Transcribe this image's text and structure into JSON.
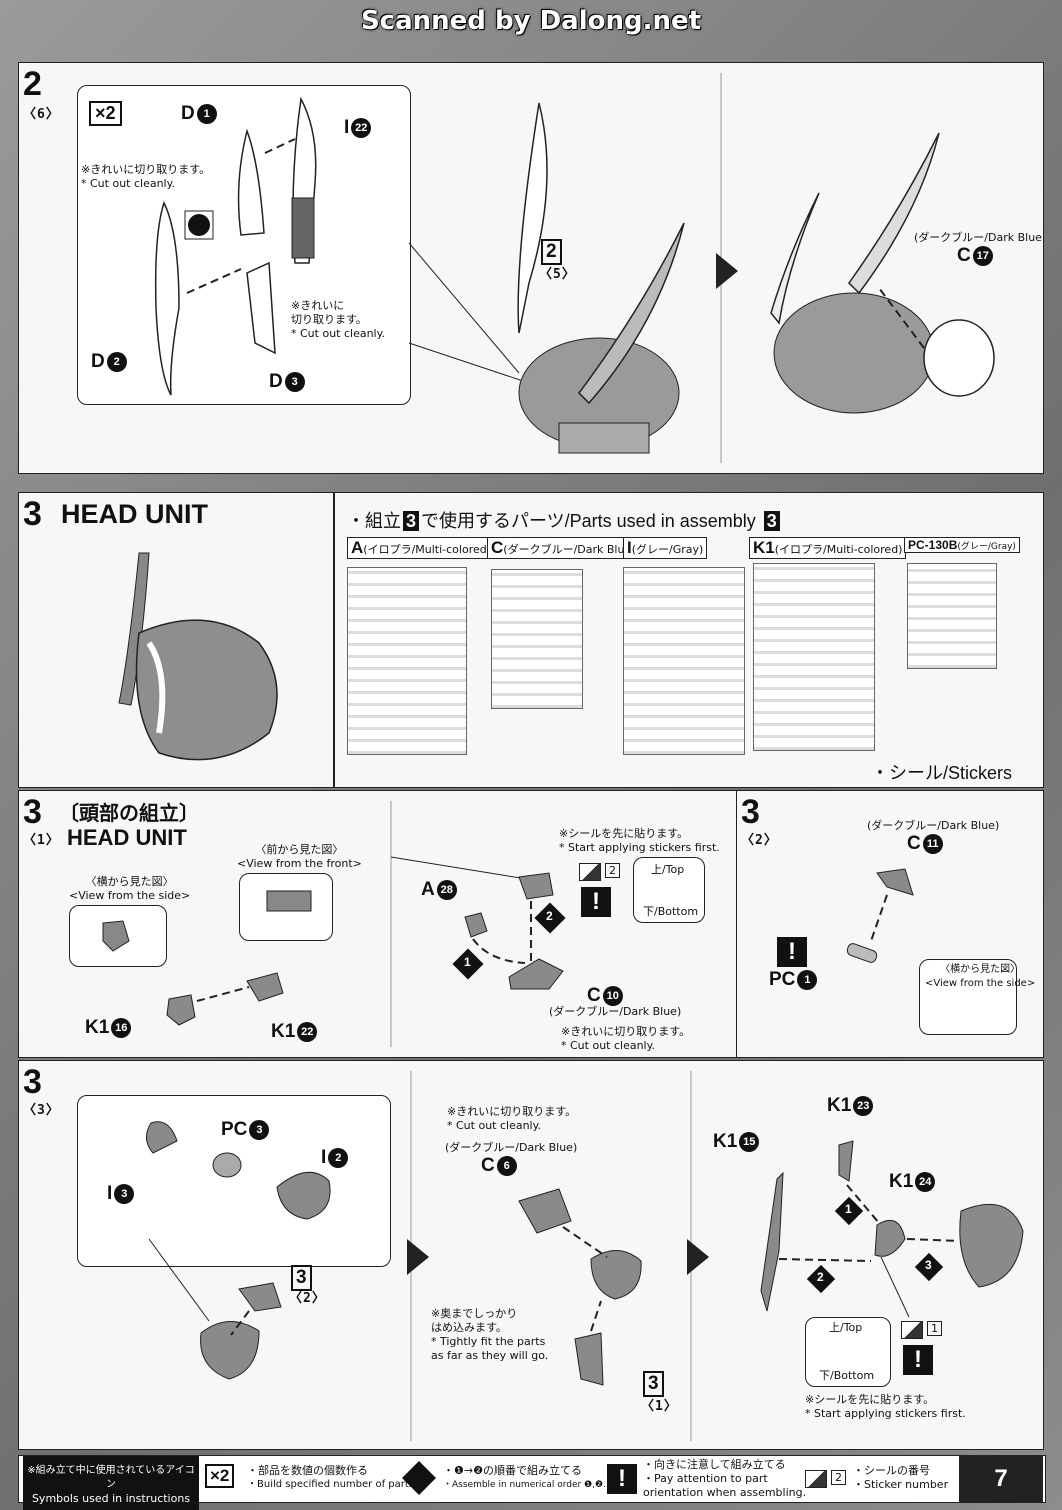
{
  "banner": "Scanned by Dalong.net",
  "panel1": {
    "step": "2",
    "sub": "〈6〉",
    "multiplier": "×2",
    "labels": {
      "d1": "D",
      "i22": "I",
      "d2": "D",
      "d3": "D",
      "c17": "C",
      "step2": "2",
      "step2_sub": "〈5〉"
    },
    "nums": {
      "d1": "1",
      "i22": "22",
      "d2": "2",
      "d3": "3",
      "c17": "17"
    },
    "cut_jp1": "※きれいに切り取ります。",
    "cut_en1": "* Cut out cleanly.",
    "cut_jp2a": "※きれいに",
    "cut_jp2b": "切り取ります。",
    "cut_en2": "* Cut out cleanly.",
    "c17_color": "(ダークブルー/Dark Blue)"
  },
  "panel2": {
    "step": "3",
    "title": "HEAD UNIT",
    "parts_heading_a": "・組立",
    "parts_heading_b": "で使用するパーツ/Parts used in assembly",
    "parts_num": "3",
    "runners": [
      {
        "letter": "A",
        "desc": "(イロプラ/Multi-colored)"
      },
      {
        "letter": "C",
        "desc": "(ダークブルー/Dark Blue)"
      },
      {
        "letter": "I",
        "desc": "(グレー/Gray)"
      },
      {
        "letter": "K1",
        "desc": "(イロプラ/Multi-colored)"
      },
      {
        "letter": "PC-130B",
        "desc": "(グレー/Gray)"
      }
    ],
    "stickers": "・シール/Stickers"
  },
  "panel3": {
    "step": "3",
    "sub": "〈1〉",
    "title_jp": "〔頭部の組立〕",
    "title_en": "HEAD UNIT",
    "side_jp": "〈横から見た図〉",
    "side_en": "<View from the side>",
    "front_jp": "〈前から見た図〉",
    "front_en": "<View from the front>",
    "k16": "K1",
    "k16n": "16",
    "k22": "K1",
    "k22n": "22",
    "sticker_jp": "※シールを先に貼ります。",
    "sticker_en": "* Start applying stickers first.",
    "a28": "A",
    "a28n": "28",
    "sticker_num": "2",
    "top": "上/Top",
    "bottom": "下/Bottom",
    "c10": "C",
    "c10n": "10",
    "c10_color": "(ダークブルー/Dark Blue)",
    "cut_jp": "※きれいに切り取ります。",
    "cut_en": "* Cut out cleanly.",
    "num1": "1",
    "num2": "2"
  },
  "panel4": {
    "step": "3",
    "sub": "〈2〉",
    "c11_color": "(ダークブルー/Dark Blue)",
    "c11": "C",
    "c11n": "11",
    "pc1": "PC",
    "pc1n": "1",
    "side_jp": "〈横から見た図〉",
    "side_en": "<View from the side>"
  },
  "panel5": {
    "step": "3",
    "sub": "〈3〉",
    "pc3": "PC",
    "pc3n": "3",
    "i2": "I",
    "i2n": "2",
    "i3": "I",
    "i3n": "3",
    "ref": "3",
    "ref_sub": "〈2〉",
    "cut_jp": "※きれいに切り取ります。",
    "cut_en": "* Cut out cleanly.",
    "c6_color": "(ダークブルー/Dark Blue)",
    "c6": "C",
    "c6n": "6",
    "fit_jp1": "※奥までしっかり",
    "fit_jp2": "はめ込みます。",
    "fit_en1": "* Tightly fit the parts",
    "fit_en2": "as far as they will go.",
    "ref2": "3",
    "ref2_sub": "〈1〉",
    "k15": "K1",
    "k15n": "15",
    "k23": "K1",
    "k23n": "23",
    "k24": "K1",
    "k24n": "24",
    "sticker_num": "1",
    "top": "上/Top",
    "bottom": "下/Bottom",
    "sticker_jp": "※シールを先に貼ります。",
    "sticker_en": "* Start applying stickers first.",
    "num1": "1",
    "num2": "2",
    "num3": "3"
  },
  "footer": {
    "legend_jp": "※組み立て中に使用されているアイコン",
    "legend_en": "Symbols used in instructions",
    "x2": "×2",
    "x2_jp": "・部品を数値の個数作る",
    "x2_en": "・Build specified number of parts.",
    "order_jp": "・❶→❷の順番で組み立てる",
    "order_en": "・Assemble in numerical order ❶,❷...",
    "attn_jp": "・向きに注意して組み立てる",
    "attn_en1": "・Pay attention to part",
    "attn_en2": "orientation when assembling.",
    "sticker_jp": "・シールの番号",
    "sticker_en": "・Sticker number",
    "sticker_num": "2",
    "page": "7"
  }
}
